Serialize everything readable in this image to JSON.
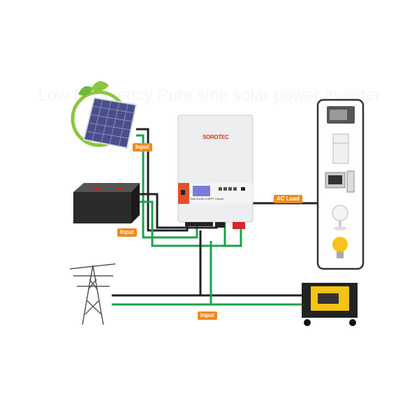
{
  "title": "Low Frequency Pure sine solar power Inverter",
  "inverter": {
    "brand": "SOROTEC",
    "subtitle": "Solar Inverter & MPPT Charger"
  },
  "labels": {
    "solar_input": "Input",
    "battery_input": "Input",
    "grid_input": "Input",
    "ac_load": "AC Load"
  },
  "colors": {
    "label": "#f08a1c",
    "wire_green": "#1aa34a",
    "wire_black": "#222222",
    "inverter_panel": "#e4502a"
  }
}
